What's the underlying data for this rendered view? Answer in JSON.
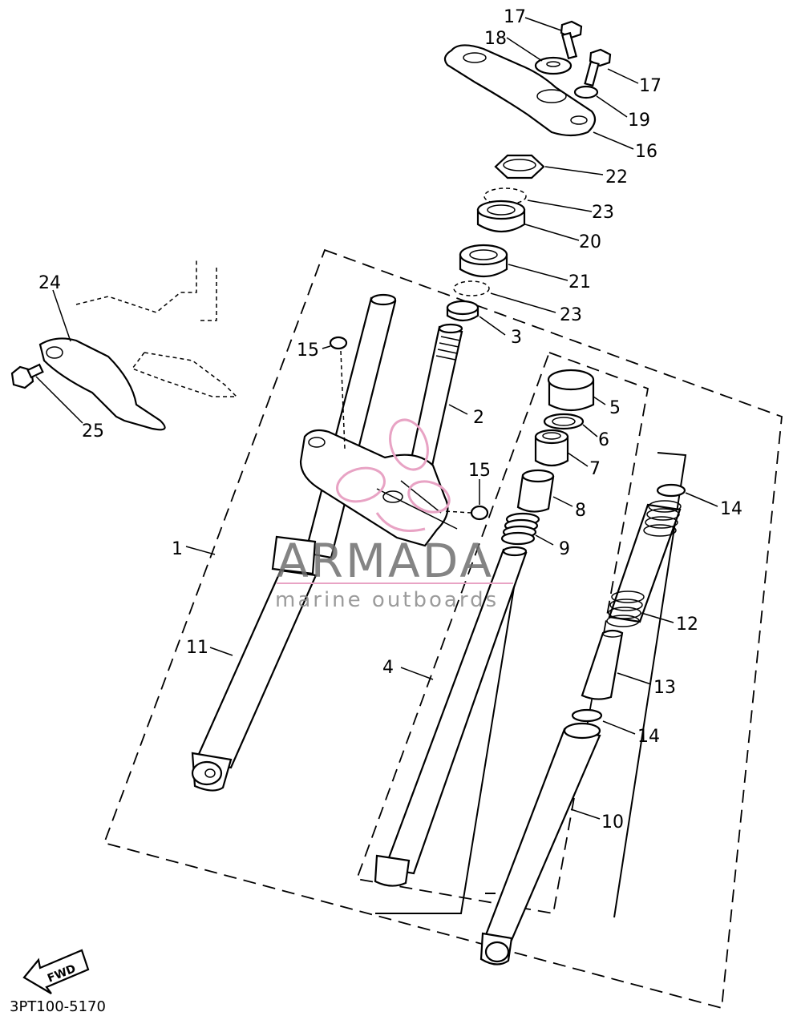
{
  "diagram_code": "3PT100-5170",
  "fwd_label": "FWD",
  "watermark": {
    "title": "ARMADA",
    "subtitle": "marine outboards",
    "color": "#e8a3c4"
  },
  "callouts": [
    "17",
    "18",
    "17",
    "19",
    "16",
    "22",
    "23",
    "20",
    "21",
    "23",
    "3",
    "24",
    "15",
    "2",
    "5",
    "6",
    "7",
    "25",
    "15",
    "8",
    "14",
    "9",
    "1",
    "12",
    "11",
    "4",
    "13",
    "14",
    "10"
  ]
}
